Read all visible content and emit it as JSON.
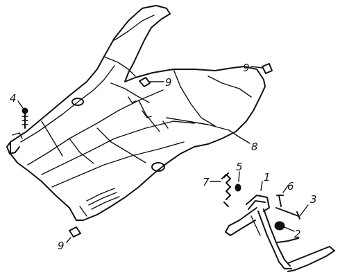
{
  "callouts": {
    "c1": "1",
    "c2": "2",
    "c3": "3",
    "c4": "4",
    "c5": "5",
    "c6": "6",
    "c7": "7",
    "c8": "8",
    "c9_top": "9",
    "c9_right": "9",
    "c9_bottom": "9"
  }
}
